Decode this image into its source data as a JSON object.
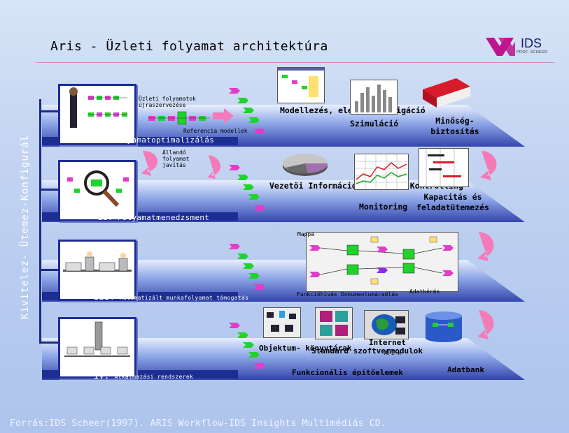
{
  "title": "Aris - Üzleti folyamat architektúra",
  "logo": {
    "text": "IDS",
    "sub": "PROF. SCHEER"
  },
  "side_label": "Kivitelez- Ütemez-Konfigurál",
  "phases": [
    {
      "label": "I. Folyamatoptimalizálás",
      "notes": [
        "Üzleti folyamatok újraszervezése",
        "Referencia modellek"
      ],
      "items": [
        "Modellezés, elemzés, navigáció",
        "Szimuláció",
        "Minőség- biztosítás"
      ]
    },
    {
      "label": "II. Folyamatmenedzsment",
      "notes": [
        "Állandó folyamat javítás"
      ],
      "items": [
        "Vezetői Információs Rendszer Kontrolling",
        "Monitoring",
        "Kapacitás és feladatütemezés"
      ]
    },
    {
      "label": "III.",
      "label_small": "Automatizált munkafolyamat támogatás",
      "items": [
        "Mappa",
        "Funkcióhívás",
        "Dokumentumáramlás",
        "Adatkérés"
      ]
    },
    {
      "label": "IV.",
      "label_small": "Alkalmazási rendszerek",
      "items": [
        "Objektum- könyvtárak",
        "Standard szoftvermodulok",
        "Internet",
        "API-k",
        "Funkcionális építőelemek",
        "Adatbank"
      ]
    }
  ],
  "source": "Forrás:IDS Scheer(1997). ARIS Workflow-IDS Insights Multimédiás CD.",
  "colors": {
    "band_dark": "#1d2e93",
    "accent_pink": "#e23cc8",
    "node_green": "#1fd32a",
    "logo_magenta": "#c0148c"
  }
}
